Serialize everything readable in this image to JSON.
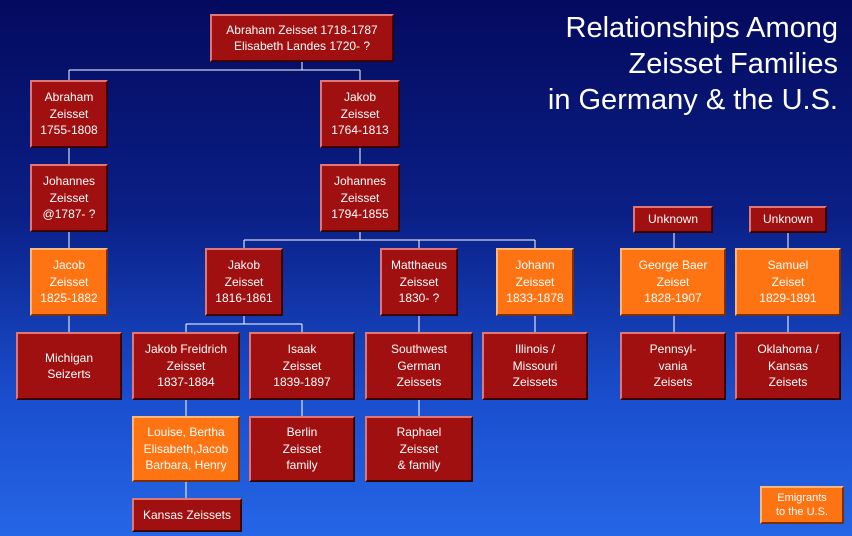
{
  "title": [
    "Relationships Among",
    "Zeisset Families",
    "in Germany & the U.S."
  ],
  "colors": {
    "red": "#a01010",
    "orange": "#ff7412",
    "line": "#ffffff"
  },
  "nodes": {
    "abraham_1718": [
      "Abraham Zeisset 1718-1787",
      "Elisabeth Landes 1720- ?"
    ],
    "abraham_1755": [
      "Abraham",
      "Zeisset",
      "1755-1808"
    ],
    "jakob_1764": [
      "Jakob",
      "Zeisset",
      "1764-1813"
    ],
    "johannes_1787": [
      "Johannes",
      "Zeisset",
      "@1787- ?"
    ],
    "johannes_1794": [
      "Johannes",
      "Zeisset",
      "1794-1855"
    ],
    "jacob_1825": [
      "Jacob",
      "Zeisset",
      "1825-1882"
    ],
    "jakob_1816": [
      "Jakob",
      "Zeisset",
      "1816-1861"
    ],
    "matthaeus_1830": [
      "Matthaeus",
      "Zeisset",
      "1830- ?"
    ],
    "johann_1833": [
      "Johann",
      "Zeisset",
      "1833-1878"
    ],
    "michigan": [
      "Michigan",
      "Seizerts"
    ],
    "jakob_friedrich": [
      "Jakob Freidrich",
      "Zeisset",
      "1837-1884"
    ],
    "isaak": [
      "Isaak",
      "Zeisset",
      "1839-1897"
    ],
    "southwest": [
      "Southwest",
      "German",
      "Zeissets"
    ],
    "illinois": [
      "Illinois /",
      "Missouri",
      "Zeissets"
    ],
    "louise": [
      "Louise, Bertha",
      "Elisabeth,Jacob",
      "Barbara, Henry"
    ],
    "berlin": [
      "Berlin",
      "Zeisset",
      "family"
    ],
    "raphael": [
      "Raphael",
      "Zeisset",
      "& family"
    ],
    "kansas_zeissets": [
      "Kansas Zeissets"
    ],
    "unknown_1": [
      "Unknown"
    ],
    "unknown_2": [
      "Unknown"
    ],
    "george_baer": [
      "George Baer",
      "Zeiset",
      "1828-1907"
    ],
    "samuel": [
      "Samuel",
      "Zeiset",
      "1829-1891"
    ],
    "pennsylvania": [
      "Pennsyl-",
      "vania",
      "Zeisets"
    ],
    "oklahoma": [
      "Oklahoma /",
      "Kansas",
      "Zeisets"
    ]
  },
  "legend": [
    "Emigrants",
    "to the U.S."
  ]
}
